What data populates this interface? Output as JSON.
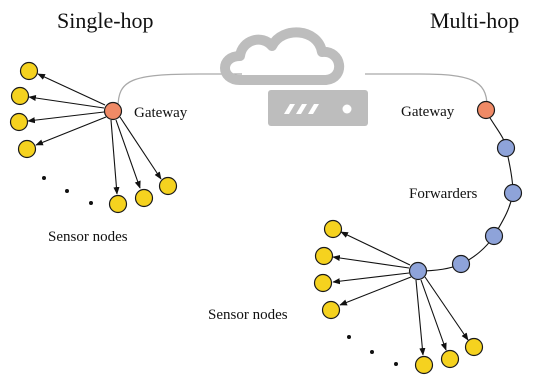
{
  "titles": {
    "single_hop": "Single-hop",
    "multi_hop": "Multi-hop"
  },
  "labels": {
    "gateway_left": "Gateway",
    "gateway_right": "Gateway",
    "forwarders": "Forwarders",
    "sensor_nodes_left": "Sensor nodes",
    "sensor_nodes_right": "Sensor nodes"
  },
  "icons": {
    "cloud": "cloud-icon",
    "server": "server-icon"
  },
  "colors": {
    "sensor": "#f5d21f",
    "gateway": "#f08a66",
    "forwarder": "#8ea3d9",
    "icon_gray": "#bdbdbd"
  }
}
